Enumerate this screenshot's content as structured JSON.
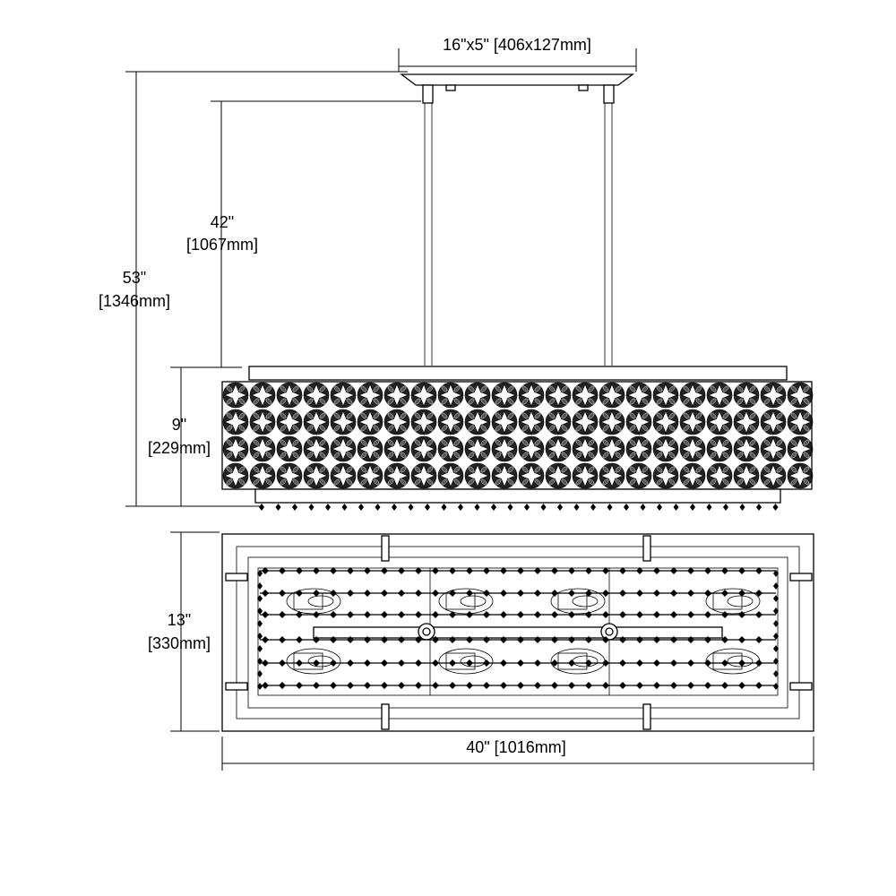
{
  "dimensions": {
    "canopy": "16\"x5\" [406x127mm]",
    "stem_inches": "42\"",
    "stem_mm": "[1067mm]",
    "overall_inches": "53\"",
    "overall_mm": "[1346mm]",
    "shade_height_inches": "9\"",
    "shade_height_mm": "[229mm]",
    "depth_inches": "13\"",
    "depth_mm": "[330mm]",
    "width": "40\" [1016mm]"
  },
  "views": {
    "front": "side elevation of rectangular pendant with patterned shade",
    "top": "plan view showing frame, crystal strands and bulbs"
  }
}
